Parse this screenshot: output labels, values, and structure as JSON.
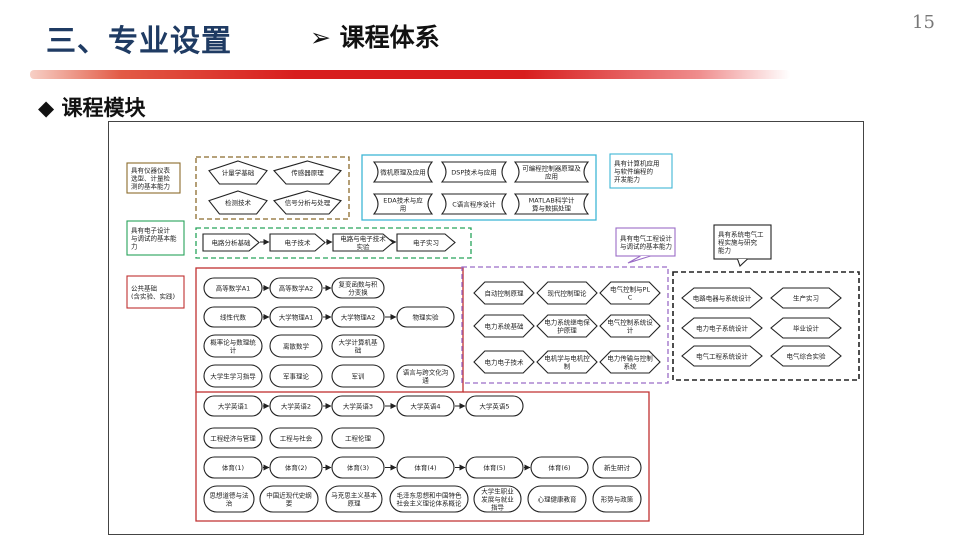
{
  "header": {
    "title": "三、专业设置",
    "subtitle_prefix": "➢",
    "subtitle": "课程体系",
    "page_number": "15"
  },
  "section": {
    "bullet": "◆",
    "title": "课程模块"
  },
  "abilities": {
    "instrument": [
      "具有仪器仪表",
      "选型、计量检",
      "测的基本能力"
    ],
    "circuit": [
      "具有电子设计",
      "与调试的基本能",
      "力"
    ],
    "public": [
      "公共基础",
      "(含实验、实践)"
    ],
    "computer": [
      "具有计算机应用",
      "与软件编程的",
      "开发能力"
    ],
    "electrical": [
      "具有电气工程设计",
      "与调试的基本能力"
    ],
    "engineering": [
      "具有系统电气工",
      "程实施与研究",
      "能力"
    ]
  },
  "modules": {
    "instrument": [
      "计量学基础",
      "传感器原理",
      "检测技术",
      "信号分析与处理"
    ],
    "computer": [
      "微机原理及应用",
      "DSP技术与应用",
      "可编程控制器原理及应用",
      "EDA技术与应用",
      "C语言程序设计",
      "MATLAB科学计算与数据处理"
    ],
    "circuit_chain": [
      "电路分析基础",
      "电子技术",
      "电路与电子技术实验",
      "电子实习"
    ],
    "electrical": [
      "自动控制原理",
      "现代控制理论",
      "电气控制与PLC",
      "电力系统基础",
      "电力系统继电保护原理",
      "电气控制系统设计",
      "电力电子技术",
      "电机学与电机控制",
      "电力传输与控制系统"
    ],
    "engineering": [
      "电路电器与系统设计",
      "生产实习",
      "电力电子系统设计",
      "毕业设计",
      "电气工程系统设计",
      "电气综合实验"
    ]
  },
  "public": {
    "math_chain": [
      "高等数学A1",
      "高等数学A2",
      "复变函数与积分变换"
    ],
    "physics_chain": [
      "线性代数",
      "大学物理A1",
      "大学物理A2",
      "物理实验"
    ],
    "row3": [
      "概率论与数理统计",
      "离散数学",
      "大学计算机基础"
    ],
    "row4": [
      "大学生学习指导",
      "军事理论",
      "军训",
      "语言与跨文化沟通"
    ],
    "english_chain": [
      "大学英语1",
      "大学英语2",
      "大学英语3",
      "大学英语4",
      "大学英语5"
    ],
    "row6": [
      "工程经济与管理",
      "工程与社会",
      "工程伦理"
    ],
    "pe_chain": [
      "体育(1)",
      "体育(2)",
      "体育(3)",
      "体育(4)",
      "体育(5)",
      "体育(6)",
      "新生研讨"
    ],
    "row8": [
      "思想道德与法治",
      "中国近现代史纲要",
      "马克思主义基本原理",
      "毛泽东思想和中国特色社会主义理论体系概论",
      "大学生职业发展与就业指导",
      "心理健康教育",
      "形势与政策"
    ]
  },
  "colors": {
    "title_blue": "#1f3b63",
    "accent_red": "#d81e1e",
    "instrument_brown": "#8b6b2c",
    "computer_cyan": "#3fb6d6",
    "circuit_green": "#27a35a",
    "public_red": "#c03030",
    "electrical_purple": "#9a6cc6",
    "engineering_black": "#222222"
  }
}
